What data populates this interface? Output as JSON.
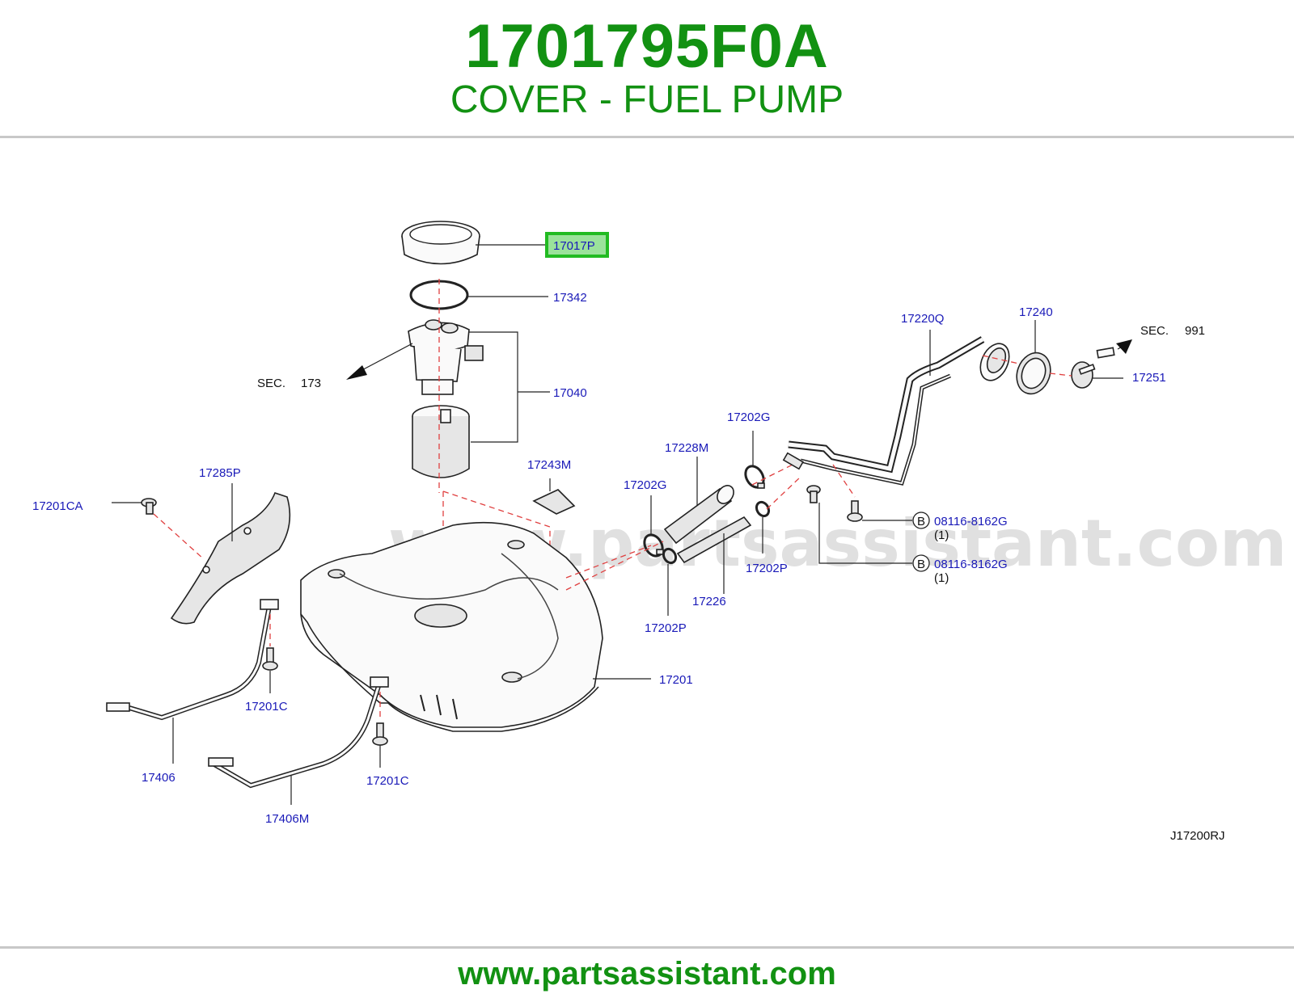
{
  "header": {
    "part_number": "1701795F0A",
    "part_name": "COVER - FUEL PUMP"
  },
  "diagram": {
    "watermark": "www.partsassistant.com",
    "highlighted_callout": "17017P",
    "highlight_color": "#22bb22",
    "callouts": {
      "c17017P": "17017P",
      "c17342": "17342",
      "c17040": "17040",
      "c17243M": "17243M",
      "c17285P": "17285P",
      "c17201CA": "17201CA",
      "c17202G_left": "17202G",
      "c17228M": "17228M",
      "c17202G_top": "17202G",
      "c17220Q": "17220Q",
      "c17240": "17240",
      "c17251": "17251",
      "c17202P_right": "17202P",
      "c17226": "17226",
      "c17202P_bottom": "17202P",
      "c17201": "17201",
      "c17201C_left": "17201C",
      "c17201C_right": "17201C",
      "c17406": "17406",
      "c17406M": "17406M",
      "c08116_top": "08116-8162G",
      "c08116_bottom": "08116-8162G",
      "qty_top": "(1)",
      "qty_bottom": "(1)",
      "b_top": "B",
      "b_bottom": "B"
    },
    "sections": {
      "sec173_label": "SEC.",
      "sec173_num": "173",
      "sec991_label": "SEC.",
      "sec991_num": "991"
    },
    "drawing_code": "J17200RJ"
  },
  "footer": {
    "url": "www.partsassistant.com"
  }
}
